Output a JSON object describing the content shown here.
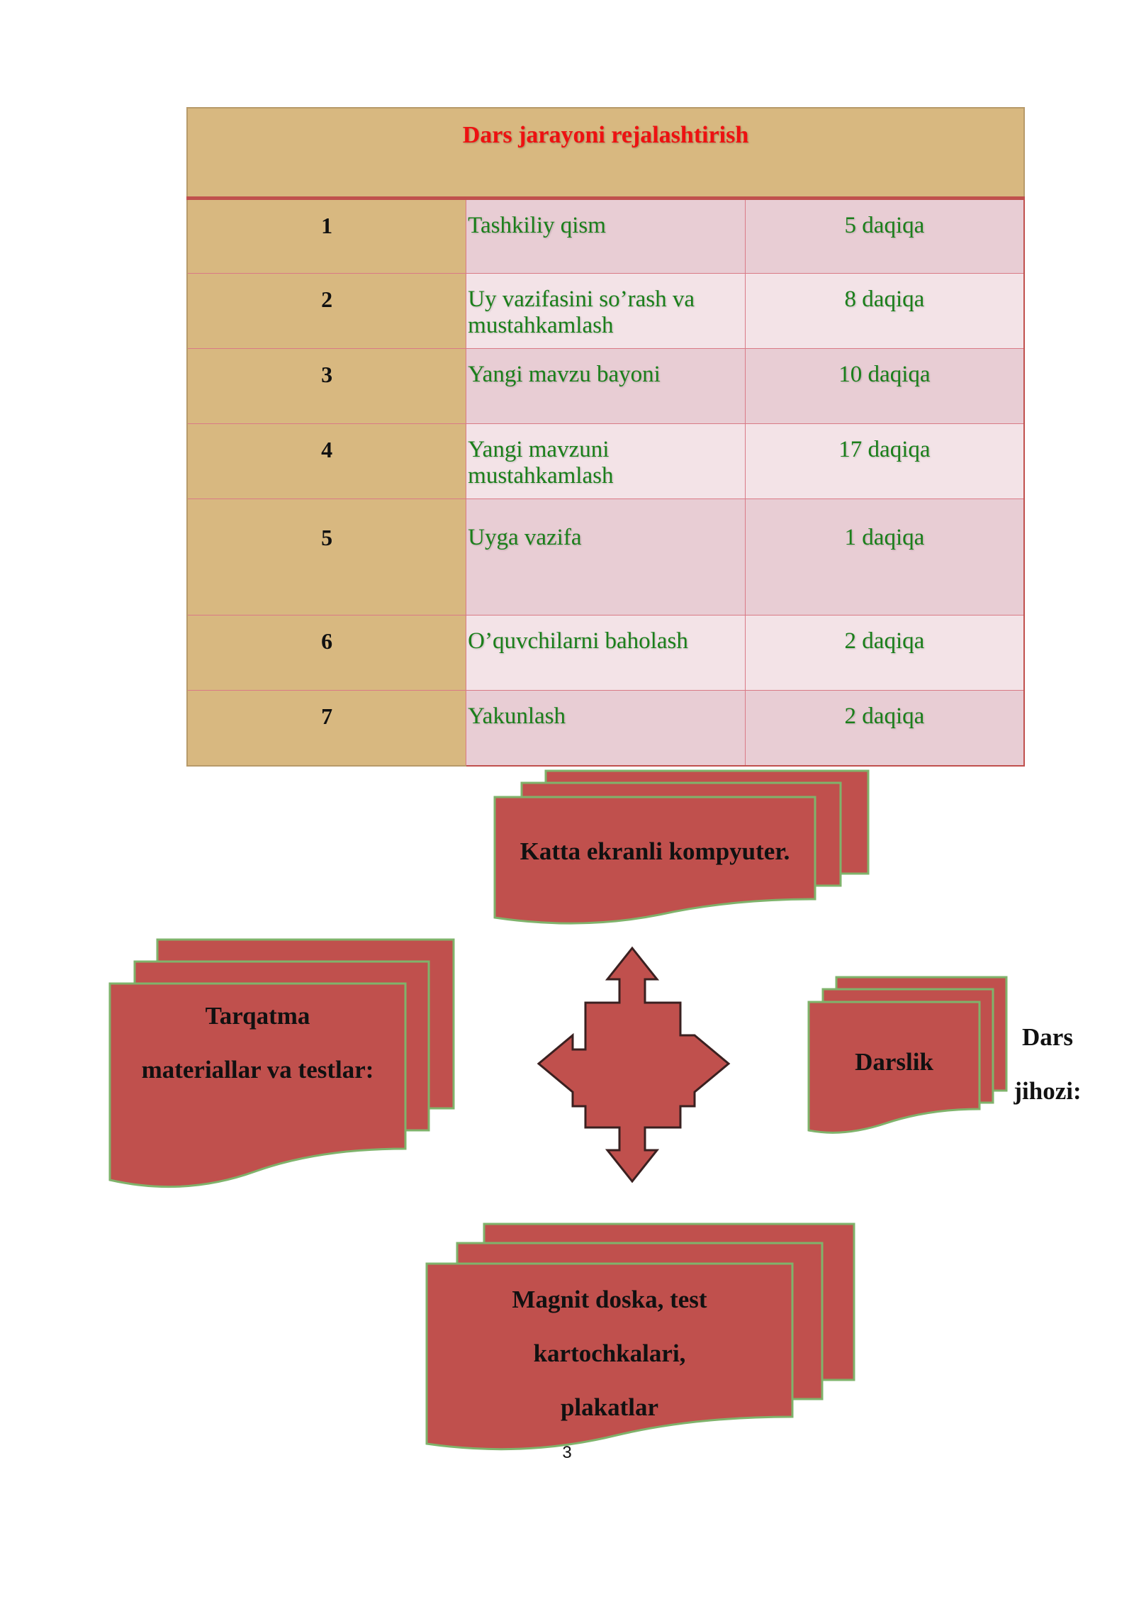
{
  "table": {
    "title": "Dars jarayoni rejalashtirish",
    "rows": [
      {
        "num": "1",
        "name": "Tashkiliy qism",
        "time": "5 daqiqa"
      },
      {
        "num": "2",
        "name": "Uy vazifasini so’rash va mustahkamlash",
        "time": "8 daqiqa"
      },
      {
        "num": "3",
        "name": "Yangi mavzu bayoni",
        "time": "10 daqiqa"
      },
      {
        "num": "4",
        "name": "Yangi mavzuni mustahkamlash",
        "time": "17 daqiqa"
      },
      {
        "num": "5",
        "name": "Uyga vazifa",
        "time": "1 daqiqa"
      },
      {
        "num": "6",
        "name": "O’quvchilarni baholash",
        "time": "2 daqiqa"
      },
      {
        "num": "7",
        "name": "Yakunlash",
        "time": "2 daqiqa"
      }
    ]
  },
  "diagram": {
    "top": "Katta ekranli kompyuter.",
    "left_line1": "Tarqatma",
    "left_line2": "materiallar va testlar:",
    "right": "Darslik",
    "side_line1": "Dars",
    "side_line2": "jihozi:",
    "bottom_line1": "Magnit doska, test",
    "bottom_line2": "kartochkalari,",
    "bottom_line3": "plakatlar"
  },
  "colors": {
    "shape_fill": "#c0504d",
    "shape_outline": "#7fb36b",
    "title": "#ee1111",
    "row_text": "#1a7f1a"
  },
  "page_number": "3"
}
